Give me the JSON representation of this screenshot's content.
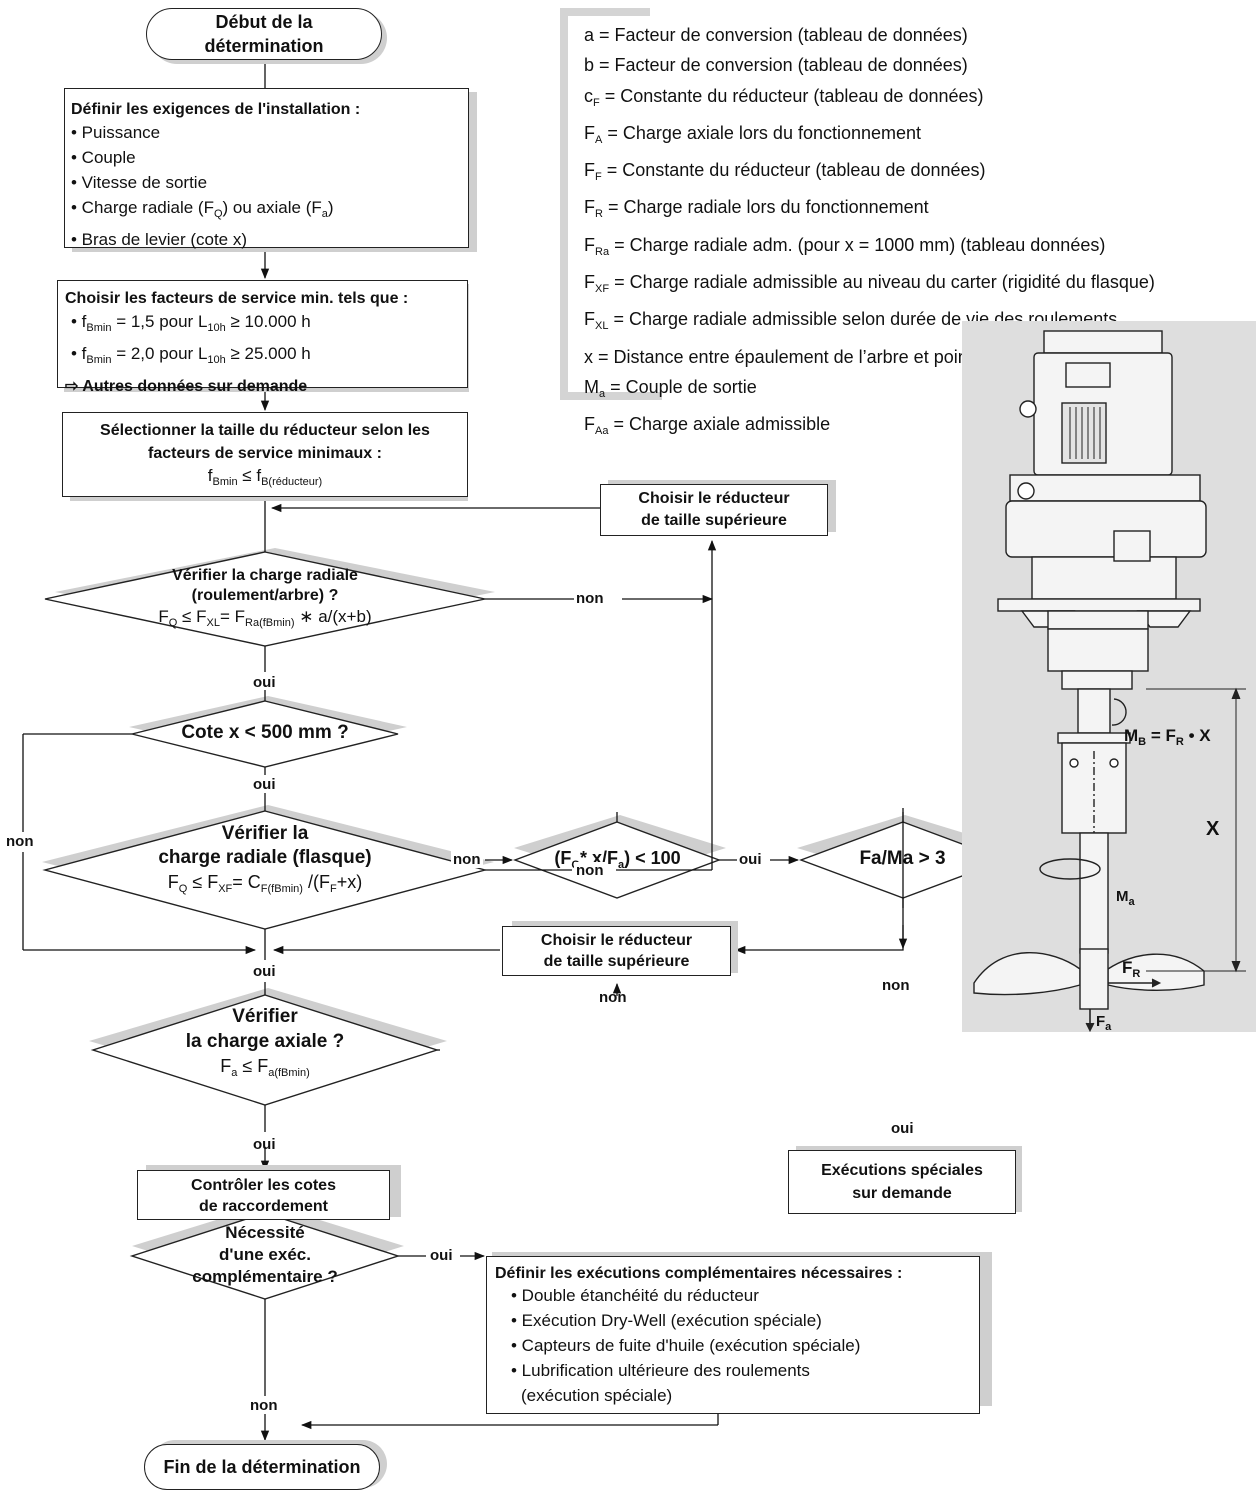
{
  "start": {
    "line1": "Début de la",
    "line2": "détermination"
  },
  "requirements": {
    "title": "Définir les exigences de l'installation :",
    "items": [
      "• Puissance",
      "• Couple",
      "• Vitesse de sortie",
      "• Charge radiale (F",
      "• Bras de levier (cote x)"
    ],
    "item4_q": "Q",
    "item4_mid": ") ou axiale (F",
    "item4_a": "a",
    "item4_end": ")"
  },
  "service": {
    "title": "Choisir les facteurs de service min. tels que :",
    "row1": {
      "f": "• f",
      "sub": "Bmin",
      "mid": " = 1,5  pour L",
      "lsub": "10h",
      "end": " ≥  10.000 h"
    },
    "row2": {
      "f": "• f",
      "sub": "Bmin",
      "mid": " = 2,0  pour L",
      "lsub": "10h",
      "end": " ≥  25.000 h"
    },
    "note": "⇨ Autres données sur demande"
  },
  "select_size": {
    "line1": "Sélectionner la taille du réducteur selon les",
    "line2": "facteurs de service minimaux :",
    "f": "f",
    "fsub": "Bmin",
    "le": " ≤  f",
    "rsub": "B(réducteur)"
  },
  "bigger1": {
    "line1": "Choisir le réducteur",
    "line2": "de taille supérieure"
  },
  "check_radial_bearing": {
    "line1": "Vérifier la charge radiale",
    "line2": "(roulement/arbre) ?",
    "formula": [
      "F",
      "Q",
      " ≤ F",
      "XL",
      "= F",
      "Ra(fBmin)",
      " ∗ a/(x+b)"
    ]
  },
  "cote": {
    "label": "Cote x < 500 mm ?"
  },
  "check_radial_flange": {
    "line1": "Vérifier la",
    "line2": "charge radiale (flasque)",
    "formula": [
      "F",
      "Q",
      " ≤  F",
      "XF",
      "= C",
      "F(fBmin)",
      " /(F",
      "F",
      "+x)"
    ]
  },
  "bigger2": {
    "line1": "Choisir le réducteur",
    "line2": "de taille supérieure"
  },
  "check_axial": {
    "line1": "Vérifier",
    "line2": "la charge axiale ?",
    "formula": [
      "F",
      "a",
      " ≤  F",
      "a(fBmin)"
    ]
  },
  "ratio": {
    "text": [
      "(F",
      "Q",
      "* x/F",
      "a",
      ") < 100"
    ]
  },
  "fama": {
    "label": "Fa/Ma  > 3"
  },
  "special": {
    "line1": "Exécutions spéciales",
    "line2": "sur demande"
  },
  "connection": {
    "line1": "Contrôler les cotes",
    "line2": "de raccordement"
  },
  "necessity": {
    "line1": "Nécessité",
    "line2": "d'une exéc.",
    "line3": "complémentaire ?"
  },
  "complementary": {
    "title": "Définir les exécutions complémentaires nécessaires :",
    "items": [
      "• Double étanchéité du réducteur",
      "• Exécution Dry-Well (exécution spéciale)",
      "• Capteurs de fuite d'huile (exécution spéciale)",
      "• Lubrification ultérieure des roulements",
      "(exécution spéciale)"
    ]
  },
  "end": {
    "label": "Fin de la détermination"
  },
  "labels": {
    "oui": "oui",
    "non": "non",
    "oui_arrow": "oui",
    "non_arrow": "non"
  },
  "legend": [
    {
      "sym": "a",
      "sub": "",
      "text": " = Facteur de conversion (tableau de données)"
    },
    {
      "sym": "b",
      "sub": "",
      "text": " = Facteur de conversion (tableau de données)"
    },
    {
      "sym": "c",
      "sub": "F",
      "text": " = Constante du réducteur (tableau de données)"
    },
    {
      "sym": "F",
      "sub": "A",
      "text": " = Charge axiale lors du fonctionnement"
    },
    {
      "sym": "F",
      "sub": "F",
      "text": " = Constante du réducteur (tableau de données)"
    },
    {
      "sym": "F",
      "sub": "R",
      "text": " = Charge radiale lors du fonctionnement"
    },
    {
      "sym": "F",
      "sub": "Ra",
      "text": " = Charge radiale adm. (pour x = 1000 mm) (tableau données)"
    },
    {
      "sym": "F",
      "sub": "XF",
      "text": " = Charge radiale admissible au niveau du carter (rigidité du flasque)"
    },
    {
      "sym": "F",
      "sub": "XL",
      "text": " = Charge radiale admissible selon durée de vie des roulements"
    },
    {
      "sym": "x",
      "sub": "",
      "text": " = Distance entre épaulement de l’arbre et point d’attaque"
    },
    {
      "sym": "M",
      "sub": "a",
      "text": " = Couple de sortie"
    },
    {
      "sym": "F",
      "sub": "Aa",
      "text": " = Charge axiale admissible"
    }
  ],
  "drawing": {
    "mb": [
      "M",
      "B",
      " = F",
      "R",
      " • X"
    ],
    "x": "X",
    "ma": [
      "M",
      "a"
    ],
    "fr": [
      "F",
      "R"
    ],
    "fa": [
      "F",
      "a"
    ]
  }
}
